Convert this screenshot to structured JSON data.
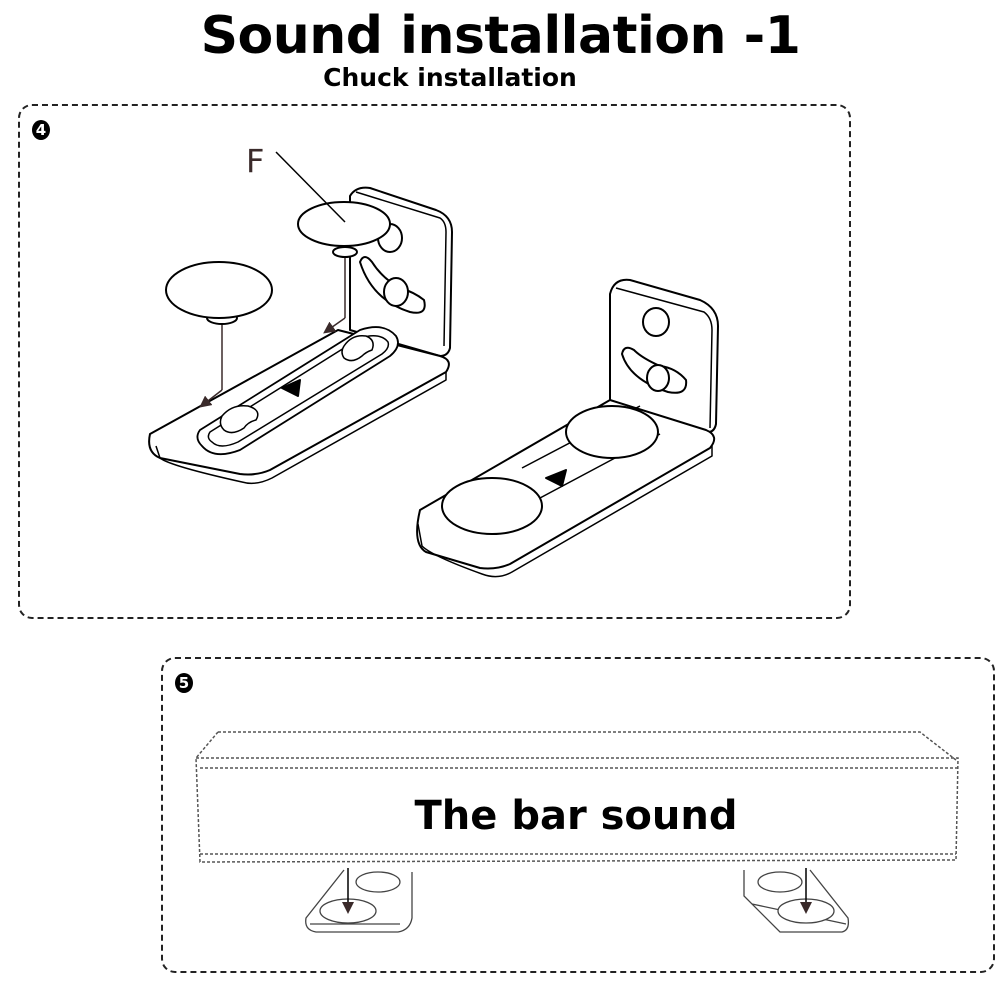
{
  "header": {
    "title": "Sound installation -1",
    "subtitle": "Chuck installation"
  },
  "steps": [
    {
      "number": "4",
      "callout_label": "F",
      "illustrations": [
        "bracket-with-pads-being-attached",
        "bracket-with-pads-attached"
      ]
    },
    {
      "number": "5",
      "product_label": "The bar sound",
      "illustrations": [
        "soundbar-outline",
        "left-bracket",
        "right-bracket"
      ]
    }
  ],
  "colors": {
    "ink": "#000000",
    "background": "#ffffff",
    "arrow": "#3a2a2a"
  }
}
